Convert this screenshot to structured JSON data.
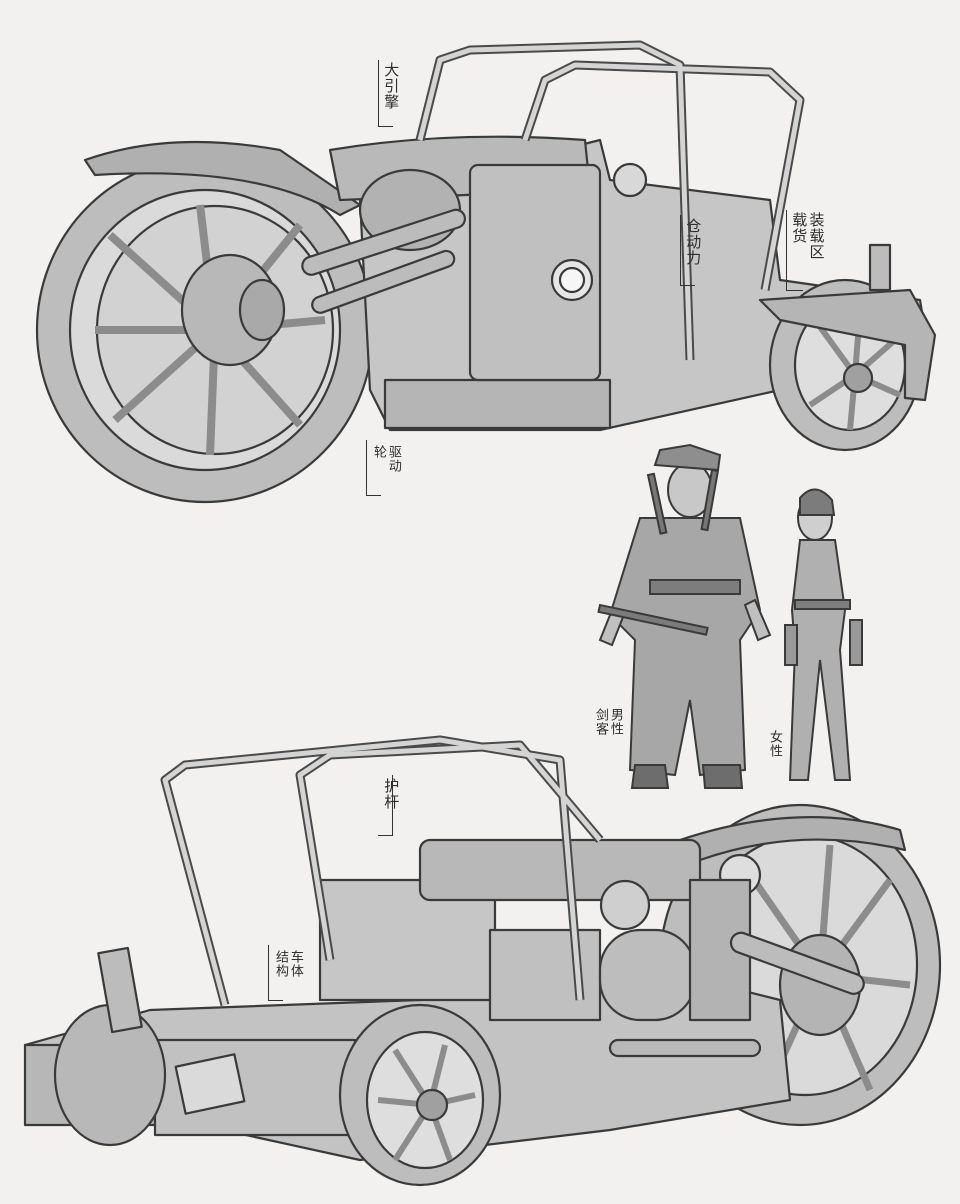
{
  "sheet": {
    "background": "#f2f1ef",
    "ink": "#3a3a3a",
    "metal_fill": "#c9c9c9",
    "dark_fill": "#9e9e9e"
  },
  "annotations": {
    "top_roll_cage": "大引擎",
    "top_boiler": "仓动力",
    "top_right_cargo": "装载区\n载货",
    "top_wheel_hub": "驱动\n轮",
    "man_label": "男性\n剑客",
    "woman_label": "女性",
    "bottom_roll_cage": "护杆",
    "bottom_body": "车体\n结构"
  }
}
